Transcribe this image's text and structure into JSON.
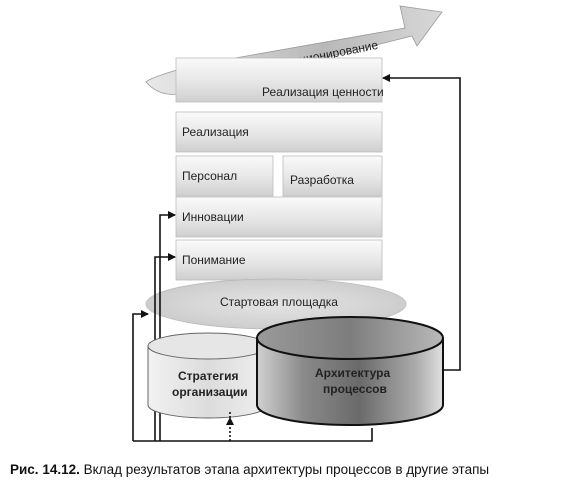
{
  "diagram": {
    "arrow_label": "Устойчивое функционирование",
    "levels": {
      "value": "Реализация ценности",
      "realization": "Реализация",
      "personnel": "Персонал",
      "development": "Разработка",
      "innovation": "Инновации",
      "understanding": "Понимание",
      "launchpad": "Стартовая площадка"
    },
    "cylinders": {
      "strategy_line1": "Стратегия",
      "strategy_line2": "организации",
      "architecture_line1": "Архитектура",
      "architecture_line2": "процессов"
    }
  },
  "caption": {
    "number": "Рис. 14.12.",
    "text": "Вклад результатов этапа архитектуры процессов в другие этапы"
  }
}
